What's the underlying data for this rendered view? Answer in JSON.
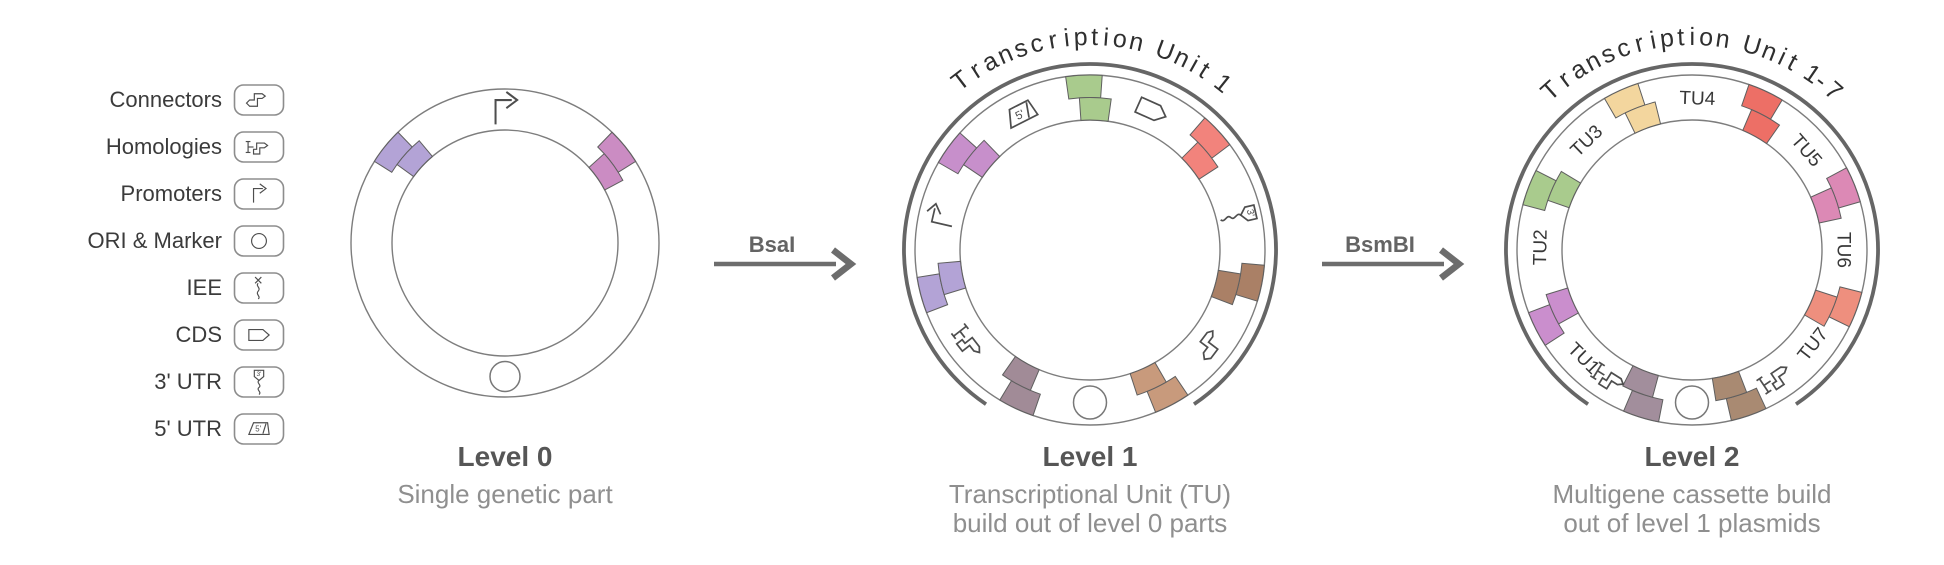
{
  "legend": {
    "items": [
      {
        "label": "Connectors",
        "icon": "connector"
      },
      {
        "label": "Homologies",
        "icon": "homology"
      },
      {
        "label": "Promoters",
        "icon": "promoter"
      },
      {
        "label": "ORI & Marker",
        "icon": "ori"
      },
      {
        "label": "IEE",
        "icon": "iee"
      },
      {
        "label": "CDS",
        "icon": "cds"
      },
      {
        "label": "3' UTR",
        "icon": "utr3"
      },
      {
        "label": "5' UTR",
        "icon": "utr5"
      }
    ]
  },
  "glyph_text": {
    "utr3": "3'",
    "utr5": "5'"
  },
  "arrows": [
    {
      "label": "BsaI"
    },
    {
      "label": "BsmBI"
    }
  ],
  "plasmids": [
    {
      "name": "level0",
      "arc_title": "",
      "show_arc": false,
      "caption_title": "Level 0",
      "caption_lines": [
        "Single genetic part"
      ],
      "blocks": [
        {
          "angle": 311,
          "color": "#b3a3d6"
        },
        {
          "angle": 53,
          "color": "#cb8cc3"
        }
      ],
      "icons": [
        {
          "type": "promoter",
          "angle": 0
        }
      ],
      "tu_labels": []
    },
    {
      "name": "level1",
      "arc_title": "Transcription Unit 1",
      "show_arc": true,
      "caption_title": "Level 1",
      "caption_lines": [
        "Transcriptional Unit (TU)",
        "build out of level 0 parts"
      ],
      "blocks": [
        {
          "angle": 0,
          "color": "#a9cb8d"
        },
        {
          "angle": 49,
          "color": "#f2837c"
        },
        {
          "angle": 103,
          "color": "#aa8066"
        },
        {
          "angle": 154,
          "color": "#c89a7c"
        },
        {
          "angle": 207,
          "color": "#a18b97"
        },
        {
          "angle": 257,
          "color": "#b3a3d6"
        },
        {
          "angle": 308,
          "color": "#c78fcb"
        }
      ],
      "icons": [
        {
          "type": "cds",
          "angle": 24
        },
        {
          "type": "utr3",
          "angle": 77
        },
        {
          "type": "connector",
          "angle": 127
        },
        {
          "type": "homology",
          "angle": 232
        },
        {
          "type": "promoter",
          "angle": 283
        },
        {
          "type": "utr5",
          "angle": 333
        }
      ],
      "tu_labels": []
    },
    {
      "name": "level2",
      "arc_title": "Transcription Unit 1-7",
      "show_arc": true,
      "caption_title": "Level 2",
      "caption_lines": [
        "Multigene cassette build",
        "out of level 1 plasmids"
      ],
      "blocks": [
        {
          "angle": 27,
          "color": "#ed6f66"
        },
        {
          "angle": 70,
          "color": "#dc89b5"
        },
        {
          "angle": 112,
          "color": "#ee8f7e"
        },
        {
          "angle": 163,
          "color": "#a98a72"
        },
        {
          "angle": 199,
          "color": "#a28e9c"
        },
        {
          "angle": 245,
          "color": "#ca8ecd"
        },
        {
          "angle": 293,
          "color": "#a9cb8d"
        },
        {
          "angle": 338,
          "color": "#f3d69e"
        }
      ],
      "icons": [
        {
          "type": "homology",
          "angle": 146
        },
        {
          "type": "homology",
          "angle": 212
        }
      ],
      "tu_labels": [
        {
          "label": "TU1",
          "angle": 225
        },
        {
          "label": "TU2",
          "angle": 271
        },
        {
          "label": "TU3",
          "angle": 316
        },
        {
          "label": "TU4",
          "angle": 2
        },
        {
          "label": "TU5",
          "angle": 49
        },
        {
          "label": "TU6",
          "angle": 90
        },
        {
          "label": "TU7",
          "angle": 128
        }
      ]
    }
  ]
}
